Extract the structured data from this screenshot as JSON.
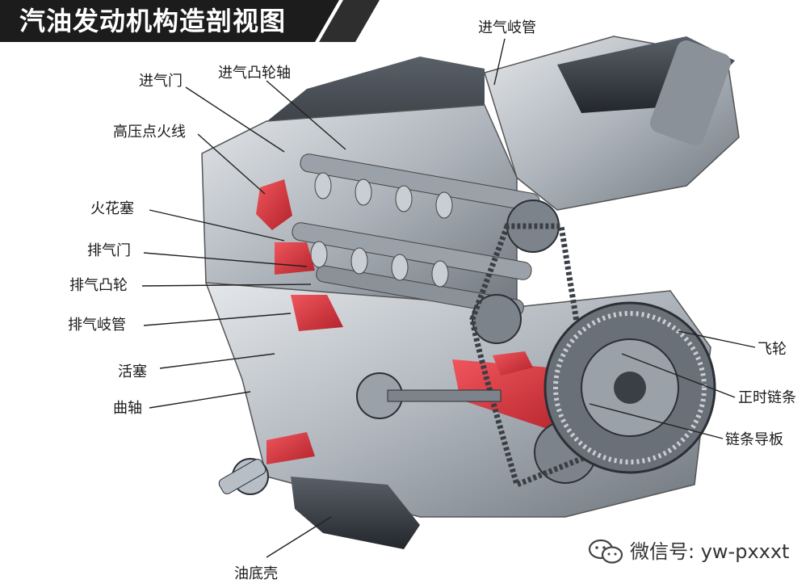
{
  "title": "汽油发动机构造剖视图",
  "labels": {
    "intake_manifold": "进气岐管",
    "intake_valve": "进气门",
    "intake_camshaft": "进气凸轮轴",
    "hv_ignition_wire": "高压点火线",
    "spark_plug": "火花塞",
    "exhaust_valve": "排气门",
    "exhaust_cam": "排气凸轮",
    "exhaust_manifold": "排气岐管",
    "piston": "活塞",
    "crankshaft": "曲轴",
    "flywheel": "飞轮",
    "timing_chain": "正时链条",
    "chain_guide": "链条导板",
    "oil_pan": "油底壳"
  },
  "watermark": {
    "text": "微信号: yw-pxxxt"
  },
  "colors": {
    "accent_red": "#d9363e",
    "metal": "#b8bec6",
    "dark": "#2b2f36",
    "title_bg": "#1c1c1c"
  }
}
